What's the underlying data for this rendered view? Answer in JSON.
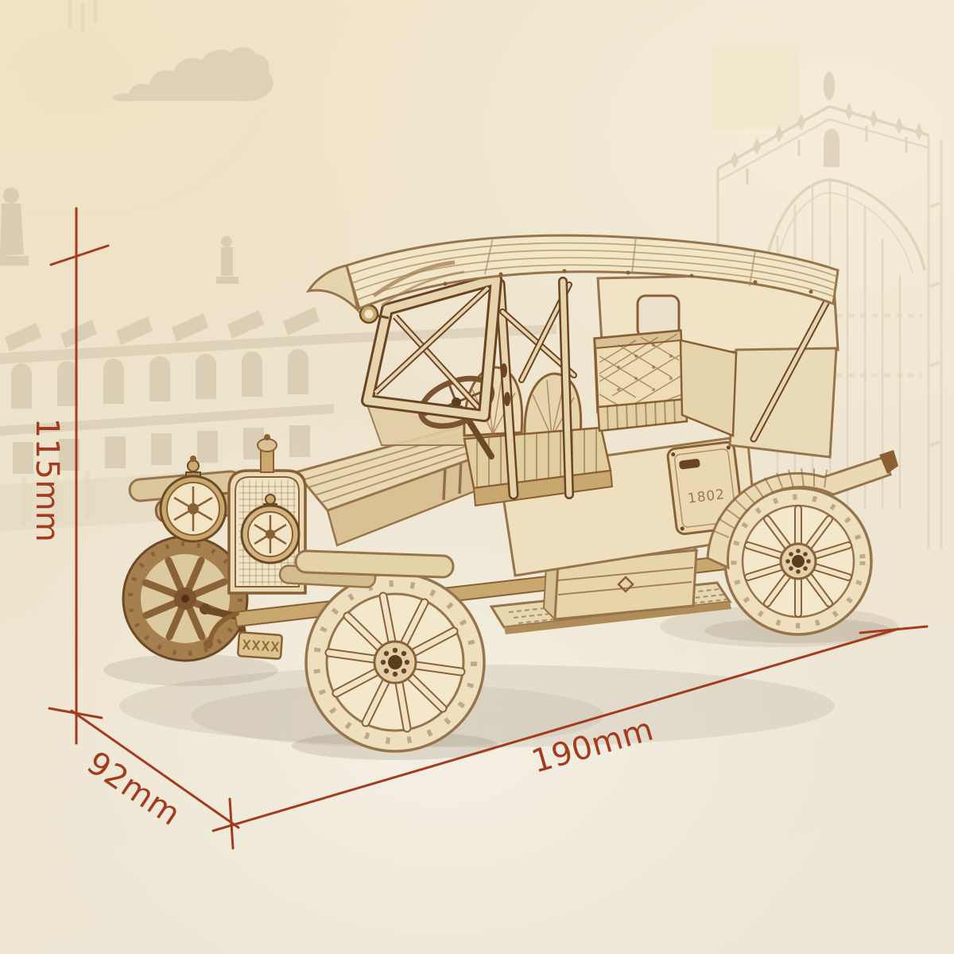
{
  "dimensions": {
    "height": {
      "label": "115mm",
      "value": 115,
      "unit": "mm"
    },
    "depth": {
      "label": "92mm",
      "value": 92,
      "unit": "mm"
    },
    "length": {
      "label": "190mm",
      "value": 190,
      "unit": "mm"
    }
  },
  "car": {
    "door_plate_engraving": "1802"
  },
  "colors": {
    "dimension_accent": "#a33b1f",
    "paper_light": "#f1ead9",
    "paper_warm": "#eee2c8",
    "sketch": "#cbbda2",
    "wood_light": "#f1e4c6",
    "wood_mid": "#d9c196",
    "wood_tan": "#b08c58",
    "wood_dark": "#8a5f33",
    "wood_deep": "#6b4423"
  }
}
